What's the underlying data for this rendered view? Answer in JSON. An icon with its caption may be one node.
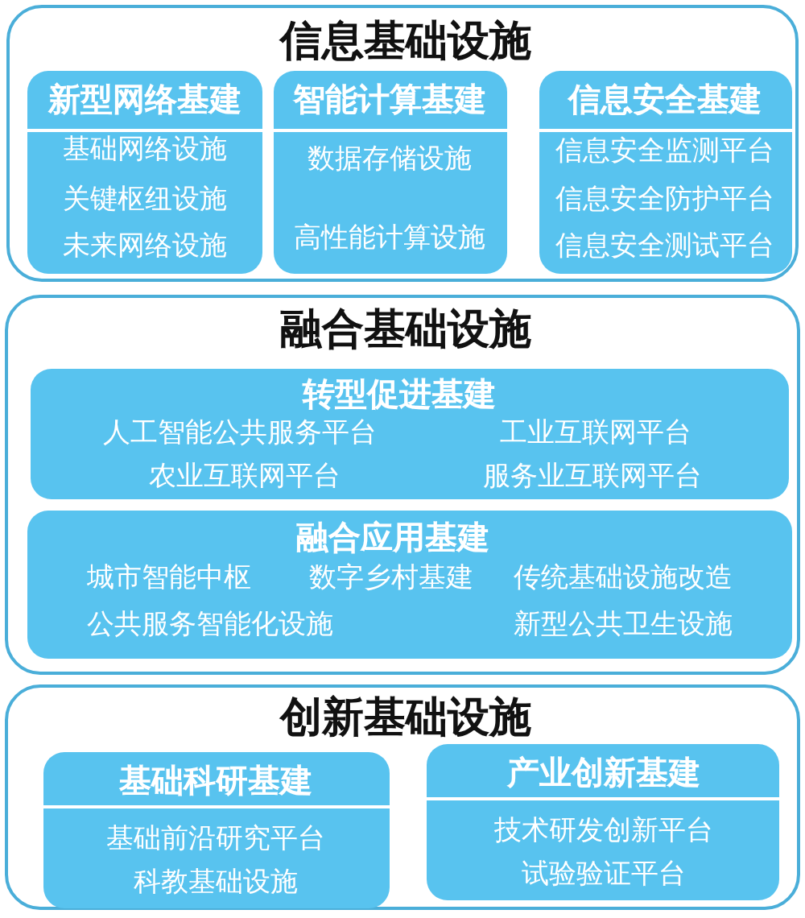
{
  "diagram": {
    "nodes": [
      {
        "text": [
          "信息基础设施"
        ]
      },
      {
        "text": [
          "新型网络基建",
          "基础网络设施",
          "关键枢纽设施",
          "未来网络设施"
        ],
        "in": 0
      },
      {
        "text": [
          "智能计算基建",
          "数据存储设施",
          "高性能计算设施"
        ],
        "in": 0
      },
      {
        "text": [
          "信息安全基建",
          "信息安全监测平台",
          "信息安全防护平台",
          "信息安全测试平台"
        ],
        "in": 0
      },
      {
        "text": [
          "融合基础设施"
        ]
      },
      {
        "text": [
          "转型促进基建",
          "人工智能公共服务平台",
          "工业互联网平台",
          "农业互联网平台",
          "服务业互联网平台"
        ],
        "in": 4
      },
      {
        "text": [
          "融合应用基建",
          "城市智能中枢",
          "数字乡村基建",
          "传统基础设施改造",
          "公共服务智能化设施",
          "新型公共卫生设施"
        ],
        "in": 4
      },
      {
        "text": [
          "创新基础设施"
        ]
      },
      {
        "text": [
          "基础科研基建",
          "基础前沿研究平台",
          "科教基础设施"
        ],
        "in": 7
      },
      {
        "text": [
          "产业创新基建",
          "技术研发创新平台",
          "试验验证平台"
        ],
        "in": 7
      }
    ]
  }
}
